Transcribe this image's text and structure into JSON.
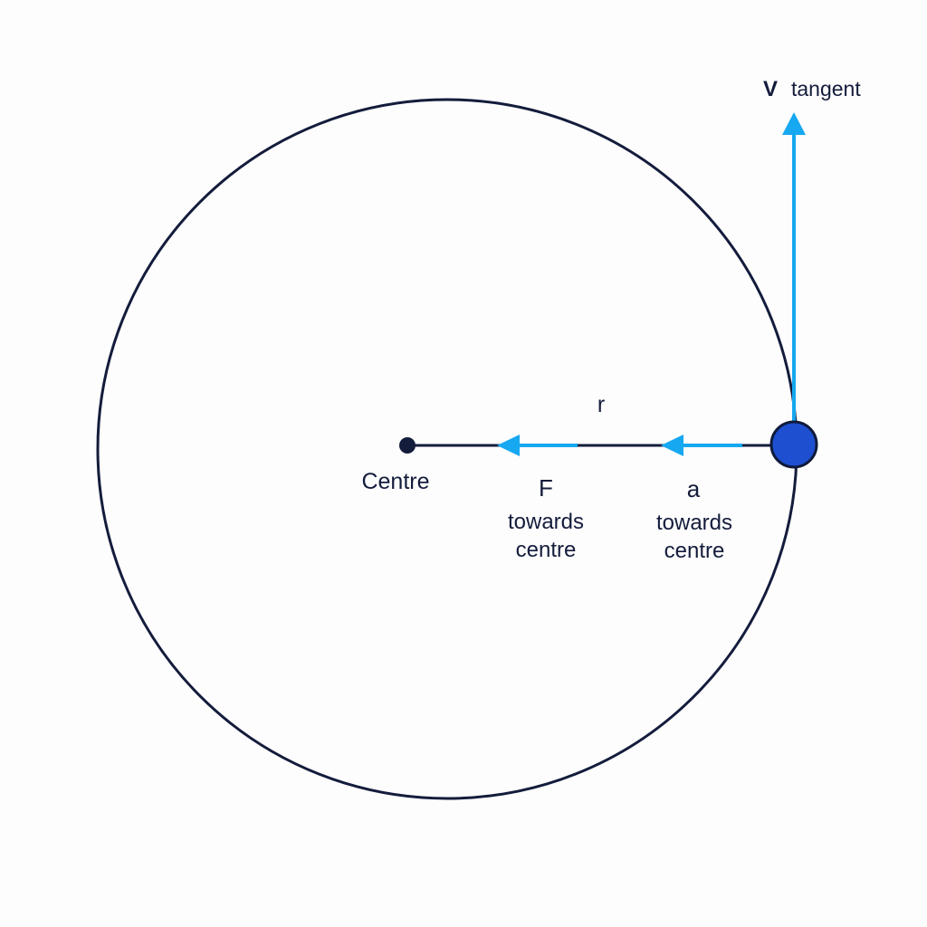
{
  "colors": {
    "outline": "#141c3c",
    "arrow": "#16a8f0",
    "object_fill": "#1d4fd0",
    "object_stroke": "#0f1a3a",
    "background": "#fdfdfd"
  },
  "labels": {
    "velocity_symbol": "V",
    "velocity_desc": "tangent",
    "radius": "r",
    "centre": "Centre",
    "force_symbol": "F",
    "force_desc_line1": "towards",
    "force_desc_line2": "centre",
    "accel_symbol": "a",
    "accel_desc_line1": "towards",
    "accel_desc_line2": "centre"
  }
}
